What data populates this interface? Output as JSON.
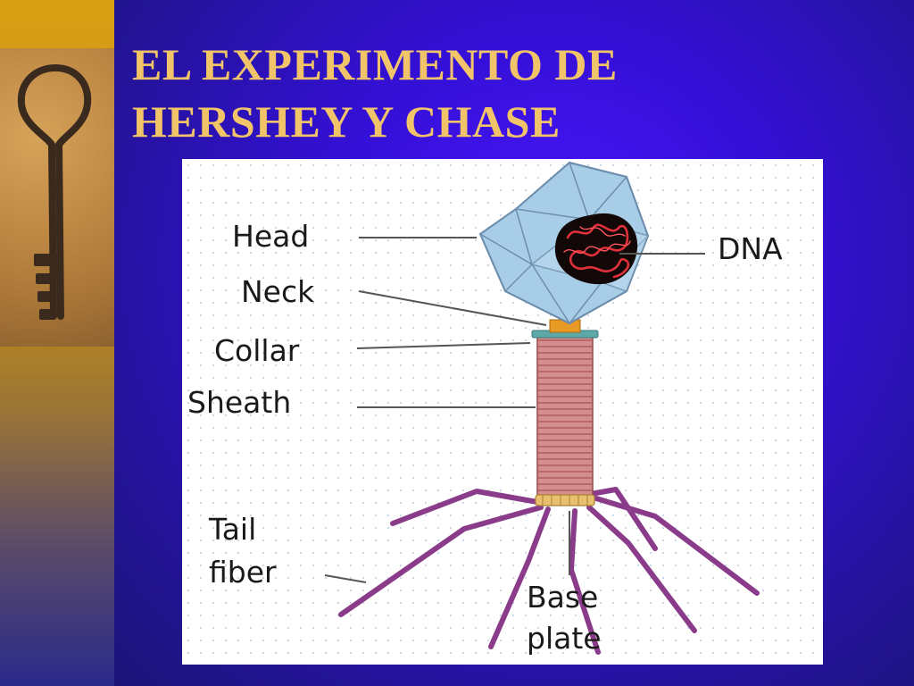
{
  "slide": {
    "title_line1": "EL EXPERIMENTO DE",
    "title_line2": "HERSHEY Y CHASE"
  },
  "side_image": {
    "icon": "key-icon"
  },
  "diagram": {
    "labels": {
      "head": "Head",
      "neck": "Neck",
      "collar": "Collar",
      "sheath": "Sheath",
      "tail_fiber_line1": "Tail",
      "tail_fiber_line2": "fiber",
      "dna": "DNA",
      "base_plate_line1": "Base",
      "base_plate_line2": "plate"
    },
    "colors": {
      "head_fill": "#a8cde6",
      "head_edge": "#6c8fb0",
      "dna_core": "#120808",
      "dna_strand": "#e0303a",
      "neck": "#e89a24",
      "collar": "#5ea8a8",
      "sheath": "#d48e8e",
      "tail_fiber": "#8a3c8a",
      "base_plate": "#e8c070"
    }
  }
}
